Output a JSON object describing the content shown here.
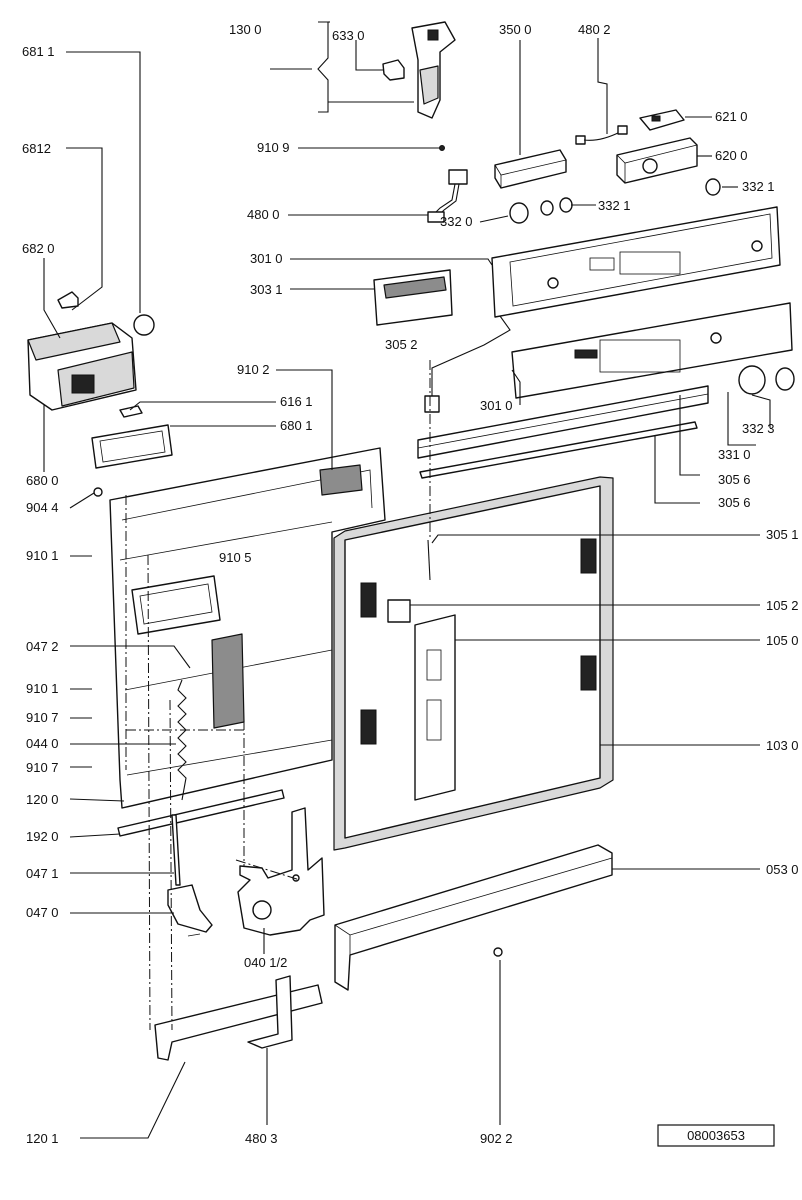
{
  "document_number": "08003653",
  "labels": {
    "l6811": "681 1",
    "l6812": "6812",
    "l6820": "682 0",
    "l1300": "130 0",
    "l6330": "633 0",
    "l9109": "910 9",
    "l4800": "480 0",
    "l3500": "350 0",
    "l4802": "480 2",
    "l6210": "621 0",
    "l6200": "620 0",
    "l3321a": "332 1",
    "l3321b": "332 1",
    "l3320": "332 0",
    "l3010a": "301 0",
    "l3031": "303 1",
    "l3052": "305 2",
    "l3010b": "301 0",
    "l9102": "910 2",
    "l6161": "616 1",
    "l6801": "680 1",
    "l6800": "680 0",
    "l9044": "904 4",
    "l3323": "332 3",
    "l3310": "331 0",
    "l3056a": "305 6",
    "l3056b": "305 6",
    "l9101a": "910 1",
    "l9105": "910 5",
    "l3051": "305 1",
    "l1052": "105 2",
    "l1050": "105 0",
    "l0472": "047 2",
    "l9101b": "910 1",
    "l9107a": "910 7",
    "l0440": "044 0",
    "l9107b": "910 7",
    "l1030": "103 0",
    "l1200": "120 0",
    "l1920": "192 0",
    "l0471": "047 1",
    "l0530": "053 0",
    "l0470": "047 0",
    "l0401": "040 1/2",
    "l1201": "120 1",
    "l4803": "480 3",
    "l9022": "902 2"
  }
}
